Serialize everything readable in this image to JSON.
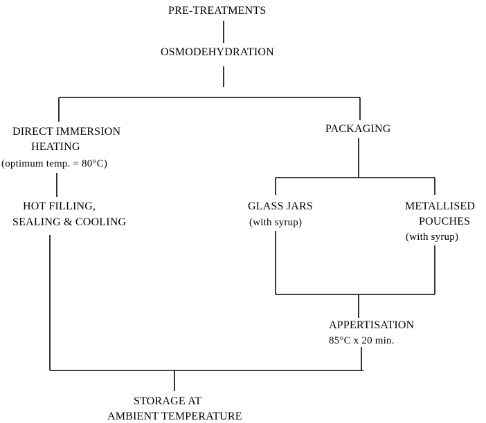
{
  "nodes": {
    "pre_treatments": "PRE-TREATMENTS",
    "osmodehydration": "OSMODEHYDRATION",
    "direct_immersion": {
      "line1": "DIRECT IMMERSION",
      "line2": "HEATING",
      "line3": "(optimum temp. = 80°C)"
    },
    "hot_filling": {
      "line1": "HOT FILLING,",
      "line2": "SEALING & COOLING"
    },
    "packaging": "PACKAGING",
    "glass_jars": {
      "line1": "GLASS JARS",
      "line2": "(with syrup)"
    },
    "metallised_pouches": {
      "line1": "METALLISED",
      "line2": "POUCHES",
      "line3": "(with syrup)"
    },
    "appertisation": {
      "line1": "APPERTISATION",
      "line2": "85°C x 20 min."
    },
    "storage": {
      "line1": "STORAGE AT",
      "line2": "AMBIENT TEMPERATURE"
    }
  }
}
